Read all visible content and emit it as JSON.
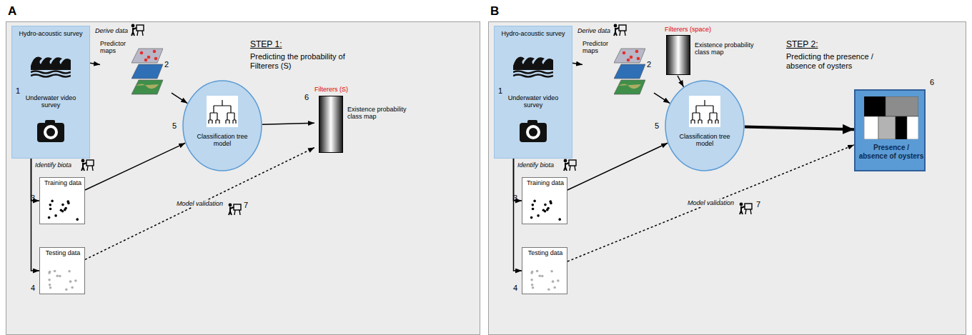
{
  "diagram": {
    "nodes": [
      {
        "text": [
          "A"
        ]
      },
      {
        "text": [
          "1"
        ],
        "in": 0
      },
      {
        "text": [
          "Hydro-acoustic survey"
        ],
        "in": 1
      },
      {
        "text": [
          "Underwater video survey"
        ],
        "in": 1
      },
      {
        "text": [
          "Predictor maps",
          "2"
        ],
        "in": 0
      },
      {
        "text": [
          "Training data",
          "3"
        ],
        "in": 0
      },
      {
        "text": [
          "Testing data",
          "4"
        ],
        "in": 0
      },
      {
        "text": [
          "Classification tree model",
          "5"
        ],
        "in": 0
      },
      {
        "text": [
          "Filterers (S)",
          "Existence probability class map",
          "6"
        ],
        "in": 0
      },
      {
        "text": [
          "B"
        ]
      },
      {
        "text": [
          "1"
        ],
        "in": 9
      },
      {
        "text": [
          "Hydro-acoustic survey"
        ],
        "in": 10
      },
      {
        "text": [
          "Underwater video survey"
        ],
        "in": 10
      },
      {
        "text": [
          "Predictor maps",
          "2"
        ],
        "in": 9
      },
      {
        "text": [
          "Filterers (space)",
          "Existence probability class map"
        ],
        "in": 9
      },
      {
        "text": [
          "Training data",
          "3"
        ],
        "in": 9
      },
      {
        "text": [
          "Testing data",
          "4"
        ],
        "in": 9
      },
      {
        "text": [
          "Classification tree model",
          "5"
        ],
        "in": 9
      },
      {
        "text": [
          "Presence / absence of oysters",
          "6"
        ],
        "in": 9
      }
    ],
    "edges": [
      {
        "from": 2,
        "to": 4,
        "arrow": "to"
      },
      {
        "from": 4,
        "to": 7,
        "arrow": "to"
      },
      {
        "from": 3,
        "to": 5,
        "arrow": "to"
      },
      {
        "from": 3,
        "to": 6,
        "arrow": "to"
      },
      {
        "from": 5,
        "to": 7,
        "arrow": "to"
      },
      {
        "from": 7,
        "to": 8,
        "arrow": "to"
      },
      {
        "from": 6,
        "to": 8,
        "label": "Model validation",
        "arrow": "to"
      },
      {
        "from": 11,
        "to": 13,
        "arrow": "to"
      },
      {
        "from": 13,
        "to": 17,
        "arrow": "to"
      },
      {
        "from": 14,
        "to": 17,
        "arrow": "to"
      },
      {
        "from": 12,
        "to": 15,
        "arrow": "to"
      },
      {
        "from": 12,
        "to": 16,
        "arrow": "to"
      },
      {
        "from": 15,
        "to": 17,
        "arrow": "to"
      },
      {
        "from": 17,
        "to": 18,
        "arrow": "to"
      },
      {
        "from": 16,
        "to": 18,
        "label": "Model validation",
        "arrow": "to"
      }
    ],
    "labels": [
      "Derive data",
      "STEP 1:",
      "Predicting the probability of Filterers (S)",
      "Identify biota",
      "7",
      "Derive data",
      "STEP 2:",
      "Predicting the presence / absence of oysters",
      "Identify biota",
      "7"
    ]
  }
}
